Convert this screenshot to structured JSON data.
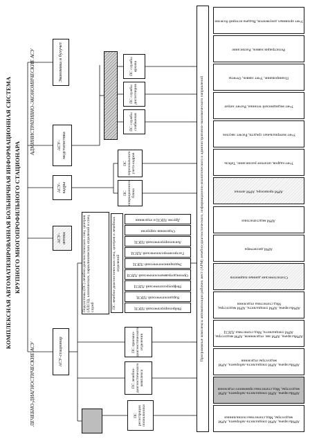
{
  "title": {
    "line1": "КОМПЛЕКСНАЯ АВТОМАТИЗИРОВАННАЯ БОЛЬНИЧНАЯ ИНФОРМАЦИОННАЯ СИСТЕМА",
    "line2": "КРУПНОГО МНОГОПРОФИЛЬНОГО СТАЦИОНАРА"
  },
  "branches": {
    "medical": "ЛЕЧЕБНО-ДИАГНОСТИЧЕСКИЕ АСУ",
    "admin": "АДМИНИСТРАТИВНО-ЭКОНОМИЧЕСКИЕ АСУ"
  },
  "asu": {
    "stationary": "АСУ-стационар",
    "pharmacy": "АСУ-аптека",
    "staff": "АСУ-кадры",
    "statistics": "АСУ-медстатистика",
    "economy": "Экономика и бухучет"
  },
  "ps": {
    "registration": "ПС регистрации поликлиники",
    "med_diag_complex": "ПС лечебно-диагностического комплекса",
    "reception": "ПС приемно-диагностического отделения",
    "ldsc_group": "Подсистемы (ПС) лечебно-диагностических спец. центров (ЛДСЦ), клинических, параклинических отделений и спец. служб",
    "ldsc_inner": "ПС лечебно-диагностических спец. центров и лечебных отделений",
    "operating": "ПС операционного блока",
    "personal": "ПС персонального учета кадров",
    "supply": "ПС службы снабжения",
    "dispatch": "ПС службы диспетчеров",
    "archive": "ПС службы архива"
  },
  "ldsc_items": [
    "Нейрохирургический ЛДСЦ",
    "Кардиологический ЛДСЦ",
    "Нефроурологический ЛДСЦ",
    "Ортопедотравматологический ЛДСЦ",
    "Эндокринологический ЛДСЦ",
    "Гастроэнтерологический ЛДСЦ",
    "Ангиохирургический ЛДСЦ",
    "Отделения хирургии",
    "Другие ЛДСЦ и отделения"
  ],
  "arm_bar": "Программные комплексы автоматизации рабочих мест (АРМ) лечебно-диагностического, информационно-аналитического и административно-экономического направлений",
  "arm_med": [
    "АРМы врача, АРМ специалиста-лаборанта, АРМ медсестры, Мед.статистика поликлиники",
    "АРМы врача, АРМ специалиста-лаборанта, АРМ медсестры, Мед.статистика приемного отделения",
    "АРМы врача, АРМ специалиста-лаборанта, АРМ медсестры отделения",
    "АРМы врача, АРМ зав. отделением, АРМ медсестры, АРМ специалиста, Мед.статистика ЛДСЦ",
    "АРМы врача, АРМ специалиста, АРМ медсестры, Мед.статистика отделения",
    "Статистические данные пациентов",
    "АРМ диспетчера",
    "АРМ медстатистики",
    "АРМ провизора, АРМ аптеки"
  ],
  "arm_admin": [
    "Учет кадров, штатное расписание, Табель",
    "Учет материальных средств, Расчет закупок",
    "Учет медицинской техники, Расчет затрат",
    "Планирование, Учет заявок, Отчеты",
    "Регистрация заявок, Расписание",
    "Учет архивных документов, Выдача историй болезни"
  ]
}
